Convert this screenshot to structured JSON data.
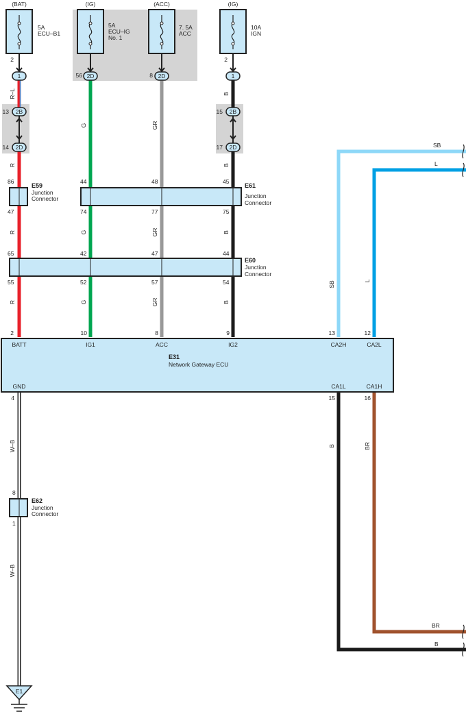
{
  "fuses": [
    {
      "source": "(BAT)",
      "rating": "5A",
      "line2": "ECU–B1",
      "line3": "",
      "pin": "2",
      "connector": "1"
    },
    {
      "source": "(IG)",
      "rating": "5A",
      "line2": "ECU–IG",
      "line3": "No. 1",
      "pin": "56",
      "connector": "2D"
    },
    {
      "source": "(ACC)",
      "rating": "7. 5A",
      "line2": "ACC",
      "line3": "",
      "pin": "8",
      "connector": "2D"
    },
    {
      "source": "(IG)",
      "rating": "10A",
      "line2": "IGN",
      "line3": "",
      "pin": "2",
      "connector": "1"
    }
  ],
  "inline_connectors": [
    {
      "top_pin": "13",
      "top_id": "2B",
      "bottom_pin": "14",
      "bottom_id": "2D"
    },
    {
      "top_pin": "15",
      "top_id": "2B",
      "bottom_pin": "17",
      "bottom_id": "2D"
    }
  ],
  "wire_colors": {
    "batt_upper": "R–L",
    "batt": "R",
    "ig1": "G",
    "acc": "GR",
    "ig2": "B",
    "ca2h": "SB",
    "ca2l": "L",
    "ca1l": "B",
    "ca1h": "BR",
    "gnd": "W–B"
  },
  "junctions": {
    "e59": {
      "id": "E59",
      "name_line1": "Junction",
      "name_line2": "Connector",
      "pin_top": "86",
      "pin_bottom": "47"
    },
    "e61": {
      "id": "E61",
      "name_line1": "Junction",
      "name_line2": "Connector",
      "pins_top": [
        "44",
        "48",
        "45"
      ],
      "pins_bottom": [
        "74",
        "77",
        "75"
      ]
    },
    "e60": {
      "id": "E60",
      "name_line1": "Junction",
      "name_line2": "Connector",
      "pins_top": [
        "65",
        "42",
        "47",
        "44"
      ],
      "pins_bottom": [
        "55",
        "52",
        "57",
        "54"
      ]
    },
    "e62": {
      "id": "E62",
      "name_line1": "Junction",
      "name_line2": "Connector",
      "pin_top": "8",
      "pin_bottom": "1"
    }
  },
  "ecu": {
    "id": "E31",
    "name": "Network Gateway ECU",
    "top_terminals": [
      {
        "pin": "2",
        "label": "BATT"
      },
      {
        "pin": "10",
        "label": "IG1"
      },
      {
        "pin": "8",
        "label": "ACC"
      },
      {
        "pin": "9",
        "label": "IG2"
      },
      {
        "pin": "13",
        "label": "CA2H"
      },
      {
        "pin": "12",
        "label": "CA2L"
      }
    ],
    "bottom_terminals": [
      {
        "pin": "4",
        "label": "GND"
      },
      {
        "pin": "15",
        "label": "CA1L"
      },
      {
        "pin": "16",
        "label": "CA1H"
      }
    ]
  },
  "ground": {
    "id": "E1"
  },
  "colors": {
    "red": "#e8202a",
    "green": "#00a650",
    "gray": "#999999",
    "black": "#1a1a1a",
    "sky": "#8ed8f8",
    "blue": "#00a0e4",
    "brown": "#a0522d",
    "box_fill": "#c8e8f8",
    "panel": "#d4d4d4"
  }
}
